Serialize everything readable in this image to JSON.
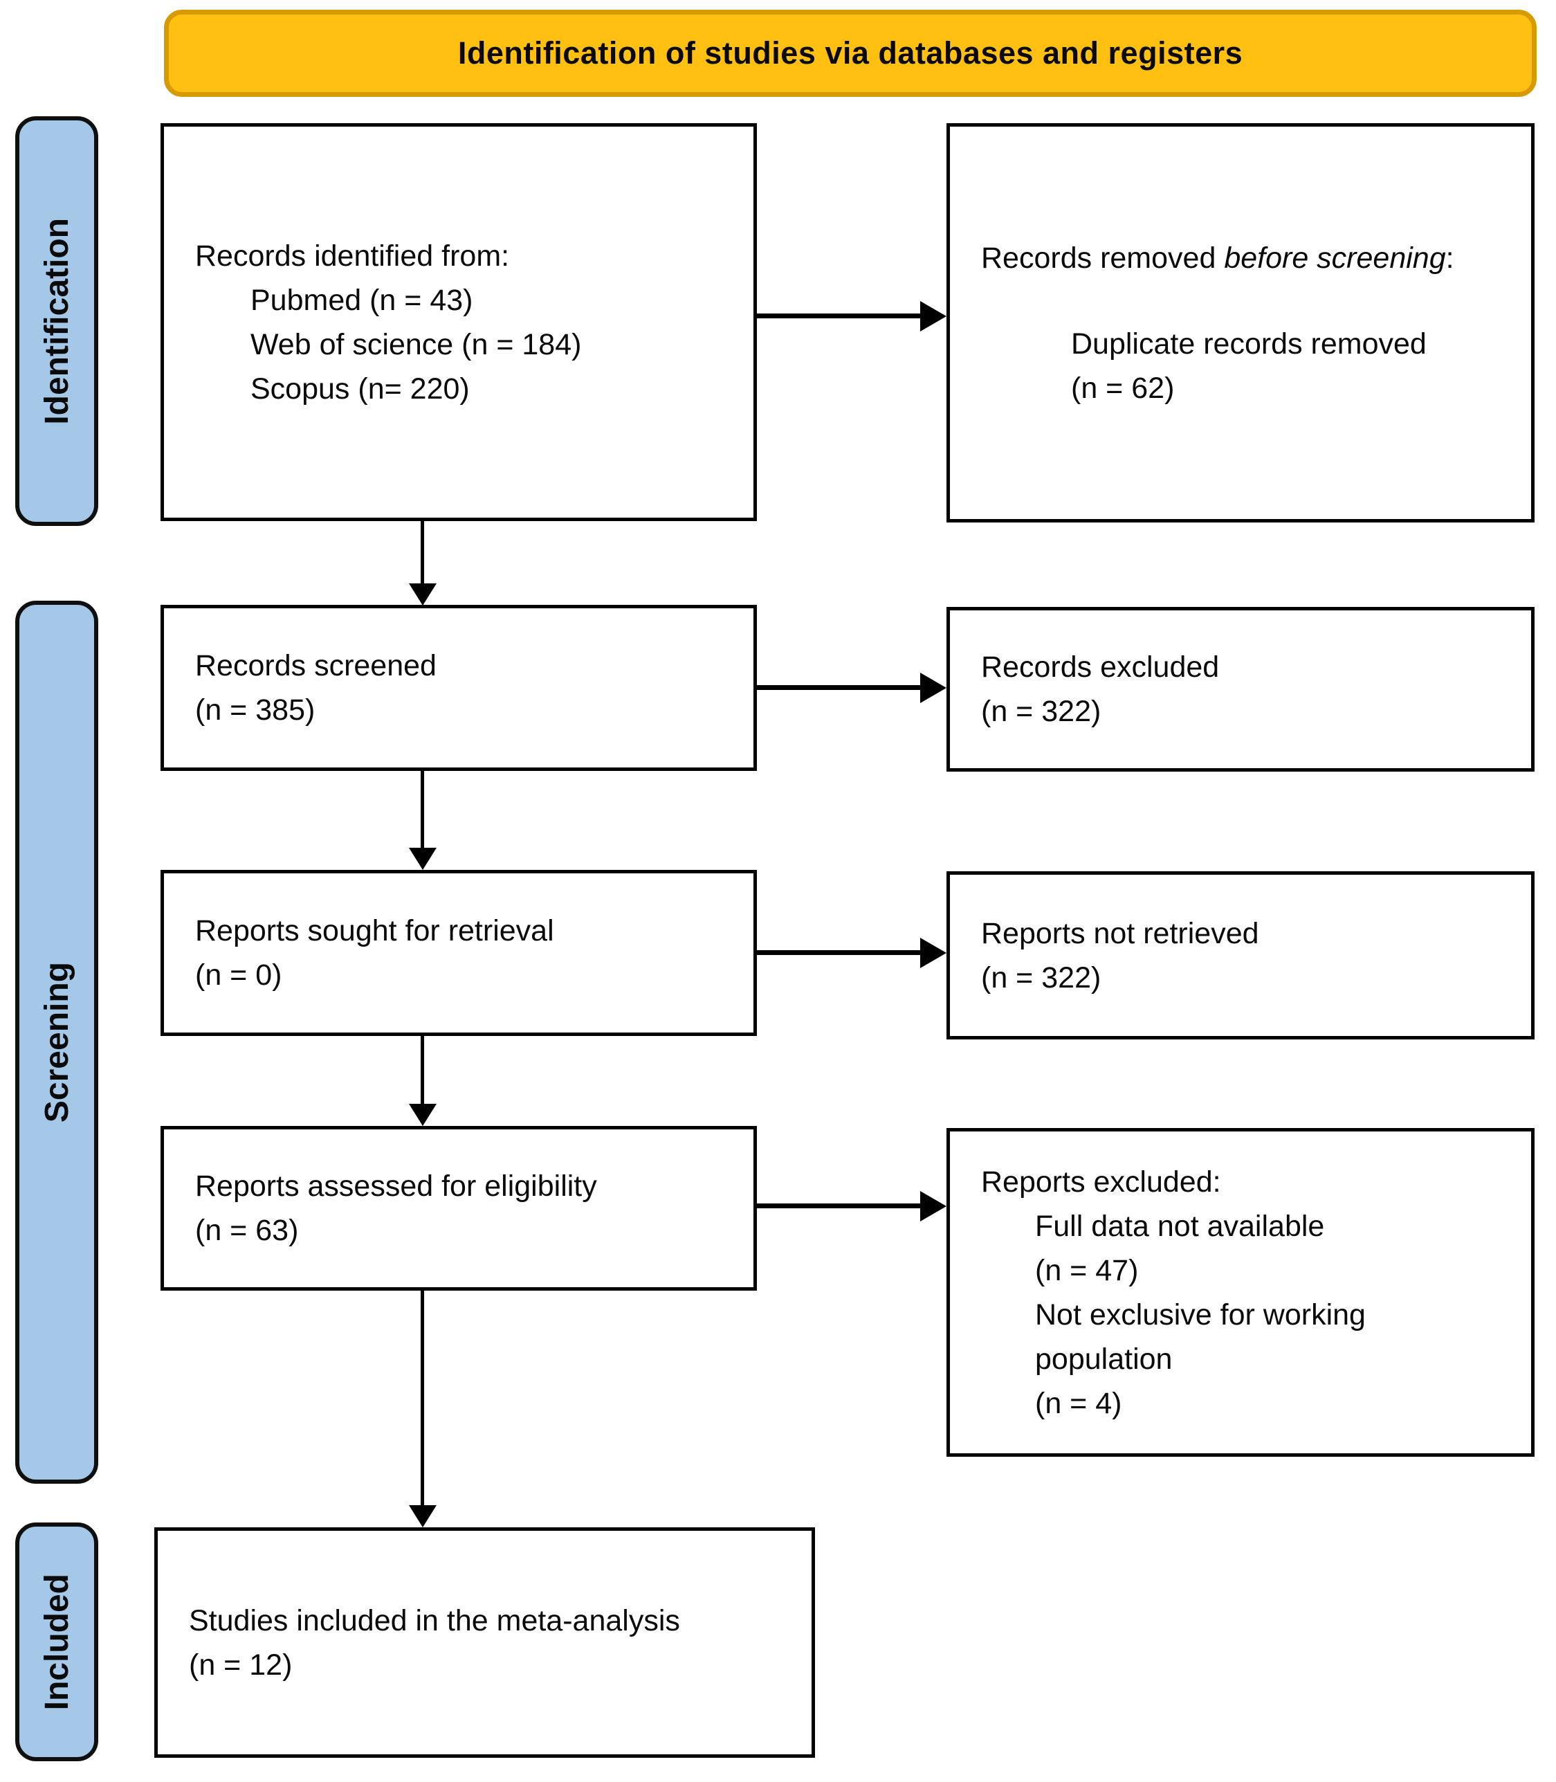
{
  "title": "Identification of studies via databases and registers",
  "stages": [
    {
      "label": "Identification"
    },
    {
      "label": "Screening"
    },
    {
      "label": "Included"
    }
  ],
  "boxes": {
    "records_identified": {
      "intro": "Records identified from:",
      "items": [
        "Pubmed (n = 43)",
        "Web of science (n = 184)",
        "Scopus (n= 220)"
      ]
    },
    "records_removed": {
      "prefix": "Records removed ",
      "italic": "before screening",
      "suffix": ":",
      "items": [
        "Duplicate records removed",
        "(n = 62)"
      ]
    },
    "records_screened": {
      "lines": [
        "Records screened",
        "(n = 385)"
      ]
    },
    "records_excluded": {
      "lines": [
        "Records excluded",
        "(n = 322)"
      ]
    },
    "reports_sought": {
      "lines": [
        "Reports sought for retrieval",
        "(n = 0)"
      ]
    },
    "reports_not_retrieved": {
      "lines": [
        "Reports not retrieved",
        "(n = 322)"
      ]
    },
    "reports_assessed": {
      "lines": [
        "Reports assessed for eligibility",
        "(n = 63)"
      ]
    },
    "reports_excluded": {
      "intro": "Reports excluded:",
      "items": [
        "Full data not available",
        "(n = 47)",
        "Not exclusive for working population",
        "(n = 4)"
      ]
    },
    "studies_included": {
      "lines": [
        "Studies included in the meta-analysis",
        "(n = 12)"
      ]
    }
  },
  "colors": {
    "header_fill": "#FFC012",
    "header_border": "#D79B00",
    "stage_fill": "#A5C8E9",
    "box_border": "#000000",
    "arrow": "#000000"
  }
}
